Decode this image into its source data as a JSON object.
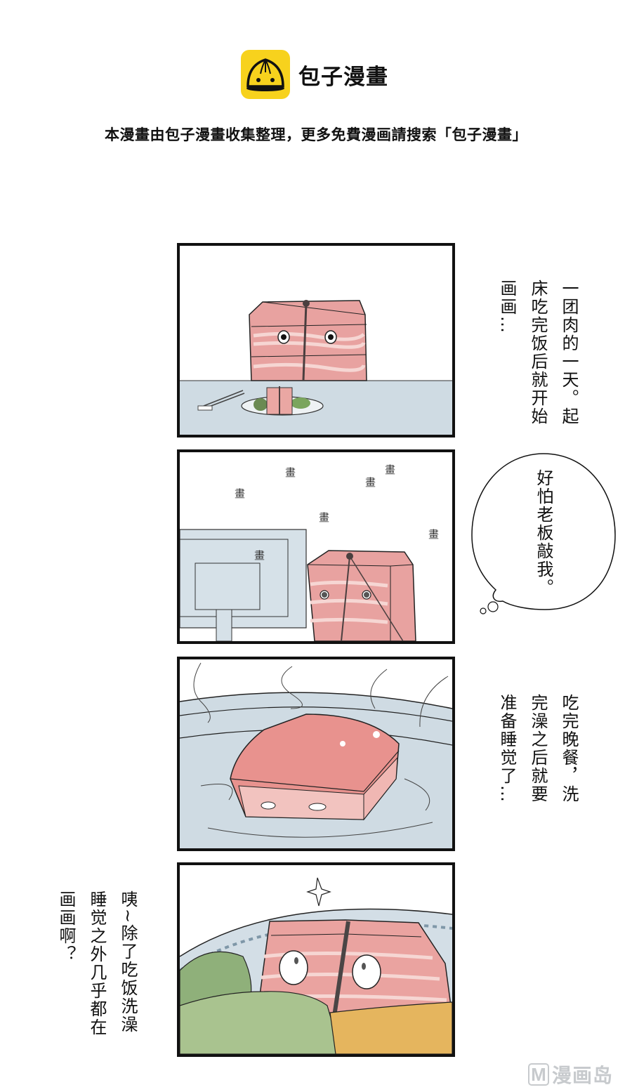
{
  "header": {
    "brand_name": "包子漫畫",
    "logo_icon": "steamed-bun-icon",
    "logo_color": "#f7d21d",
    "notice": "本漫畫由包子漫畫收集整理，更多免費漫画請搜索「包子漫畫」"
  },
  "panels": [
    {
      "caption_lines": [
        "一团肉的一天。",
        "起床吃完饭后就",
        "开始画画…"
      ],
      "caption": "一团肉的一天。起床吃完饭后就开始画画…",
      "scene": "pork-belly-character-at-table-with-plate-and-chopsticks"
    },
    {
      "thought_bubble": "好怕老板敲我。",
      "sfx": [
        "畫",
        "畫",
        "畫",
        "畫",
        "畫",
        "畫",
        "畫"
      ],
      "scene": "pork-belly-character-drawing-at-monitor"
    },
    {
      "caption_lines": [
        "吃完晚餐，洗",
        "完澡之后就要",
        "准备睡觉了…"
      ],
      "caption": "吃完晚餐，洗完澡之后就要准备睡觉了…",
      "scene": "pork-cube-in-steaming-bath"
    },
    {
      "caption_lines": [
        "咦~除了吃饭洗",
        "澡睡觉之外几乎",
        "都在画画啊？"
      ],
      "caption": "咦~除了吃饭洗澡睡觉之外几乎都在画画啊？",
      "scene": "pork-belly-character-on-plate-with-vegetables"
    }
  ],
  "watermark": {
    "letter": "M",
    "text": "漫画岛"
  },
  "colors": {
    "meat_pink": "#e8a2a0",
    "meat_stripe": "#f6d6d3",
    "table_blue": "#cfdbe3",
    "panel_border": "#111111"
  }
}
